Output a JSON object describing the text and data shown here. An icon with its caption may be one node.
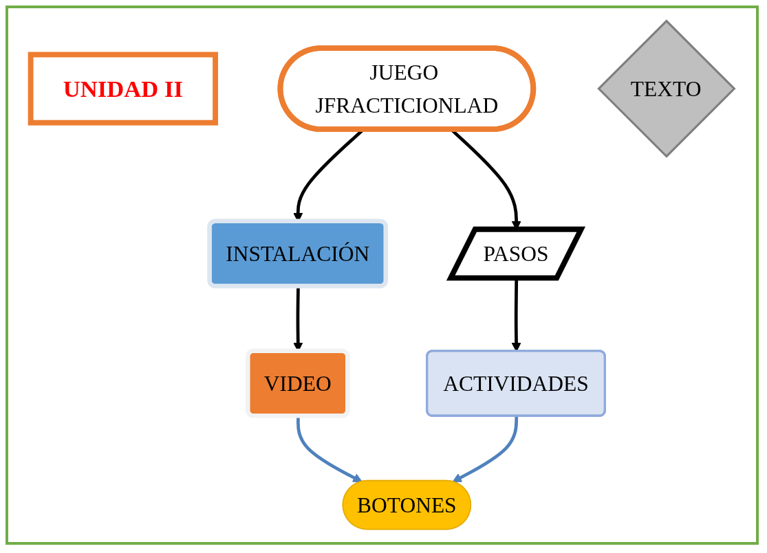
{
  "diagram": {
    "nodes": [
      {
        "text": [
          "UNIDAD II"
        ]
      },
      {
        "text": [
          "INSTALACIÓN"
        ]
      },
      {
        "text": [
          "JUEGO JFRACTICIONLAD"
        ]
      },
      {
        "text": [
          "PASOS"
        ]
      },
      {
        "text": [
          "VIDEO"
        ]
      },
      {
        "text": [
          "TEXTO"
        ]
      },
      {
        "text": [
          "ACTIVIDADES"
        ]
      },
      {
        "text": [
          "BOTONES"
        ]
      }
    ],
    "edges": [
      {
        "from": 2,
        "to": 1,
        "arrow": "to"
      },
      {
        "from": 2,
        "to": 3,
        "arrow": "to"
      },
      {
        "from": 1,
        "to": 4,
        "arrow": "to"
      },
      {
        "from": 3,
        "to": 6,
        "arrow": "to"
      },
      {
        "from": 4,
        "to": 7,
        "arrow": "to",
        "color": "#4f81bd"
      },
      {
        "from": 6,
        "to": 7,
        "arrow": "to",
        "color": "#4f81bd"
      }
    ]
  }
}
